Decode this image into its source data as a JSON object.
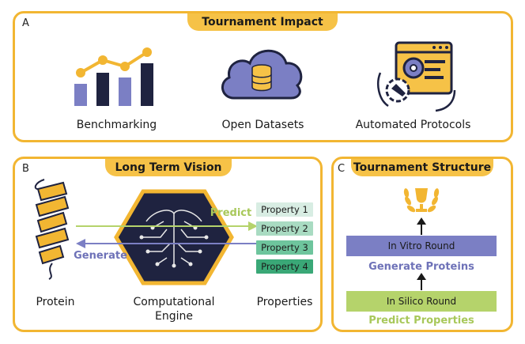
{
  "panel_a": {
    "letter": "A",
    "title": "Tournament Impact",
    "items": [
      {
        "label": "Benchmarking",
        "icon": "bar-chart-icon"
      },
      {
        "label": "Open Datasets",
        "icon": "cloud-database-icon"
      },
      {
        "label": "Automated Protocols",
        "icon": "automation-gear-icon"
      }
    ]
  },
  "panel_b": {
    "letter": "B",
    "title": "Long Term Vision",
    "protein_label": "Protein",
    "engine_label_1": "Computational",
    "engine_label_2": "Engine",
    "properties_label": "Properties",
    "predict_label": "Predict",
    "generate_label": "Generate",
    "properties": [
      "Property 1",
      "Property 2",
      "Property 3",
      "Property 4"
    ]
  },
  "panel_c": {
    "letter": "C",
    "title": "Tournament Structure",
    "in_vitro": "In Vitro Round",
    "generate_proteins": "Generate Proteins",
    "in_silico": "In Silico Round",
    "predict_properties": "Predict Properties"
  },
  "colors": {
    "gold": "#f2b632",
    "purple": "#7b7fc4",
    "green": "#b5d36b",
    "navy": "#1f2340"
  }
}
